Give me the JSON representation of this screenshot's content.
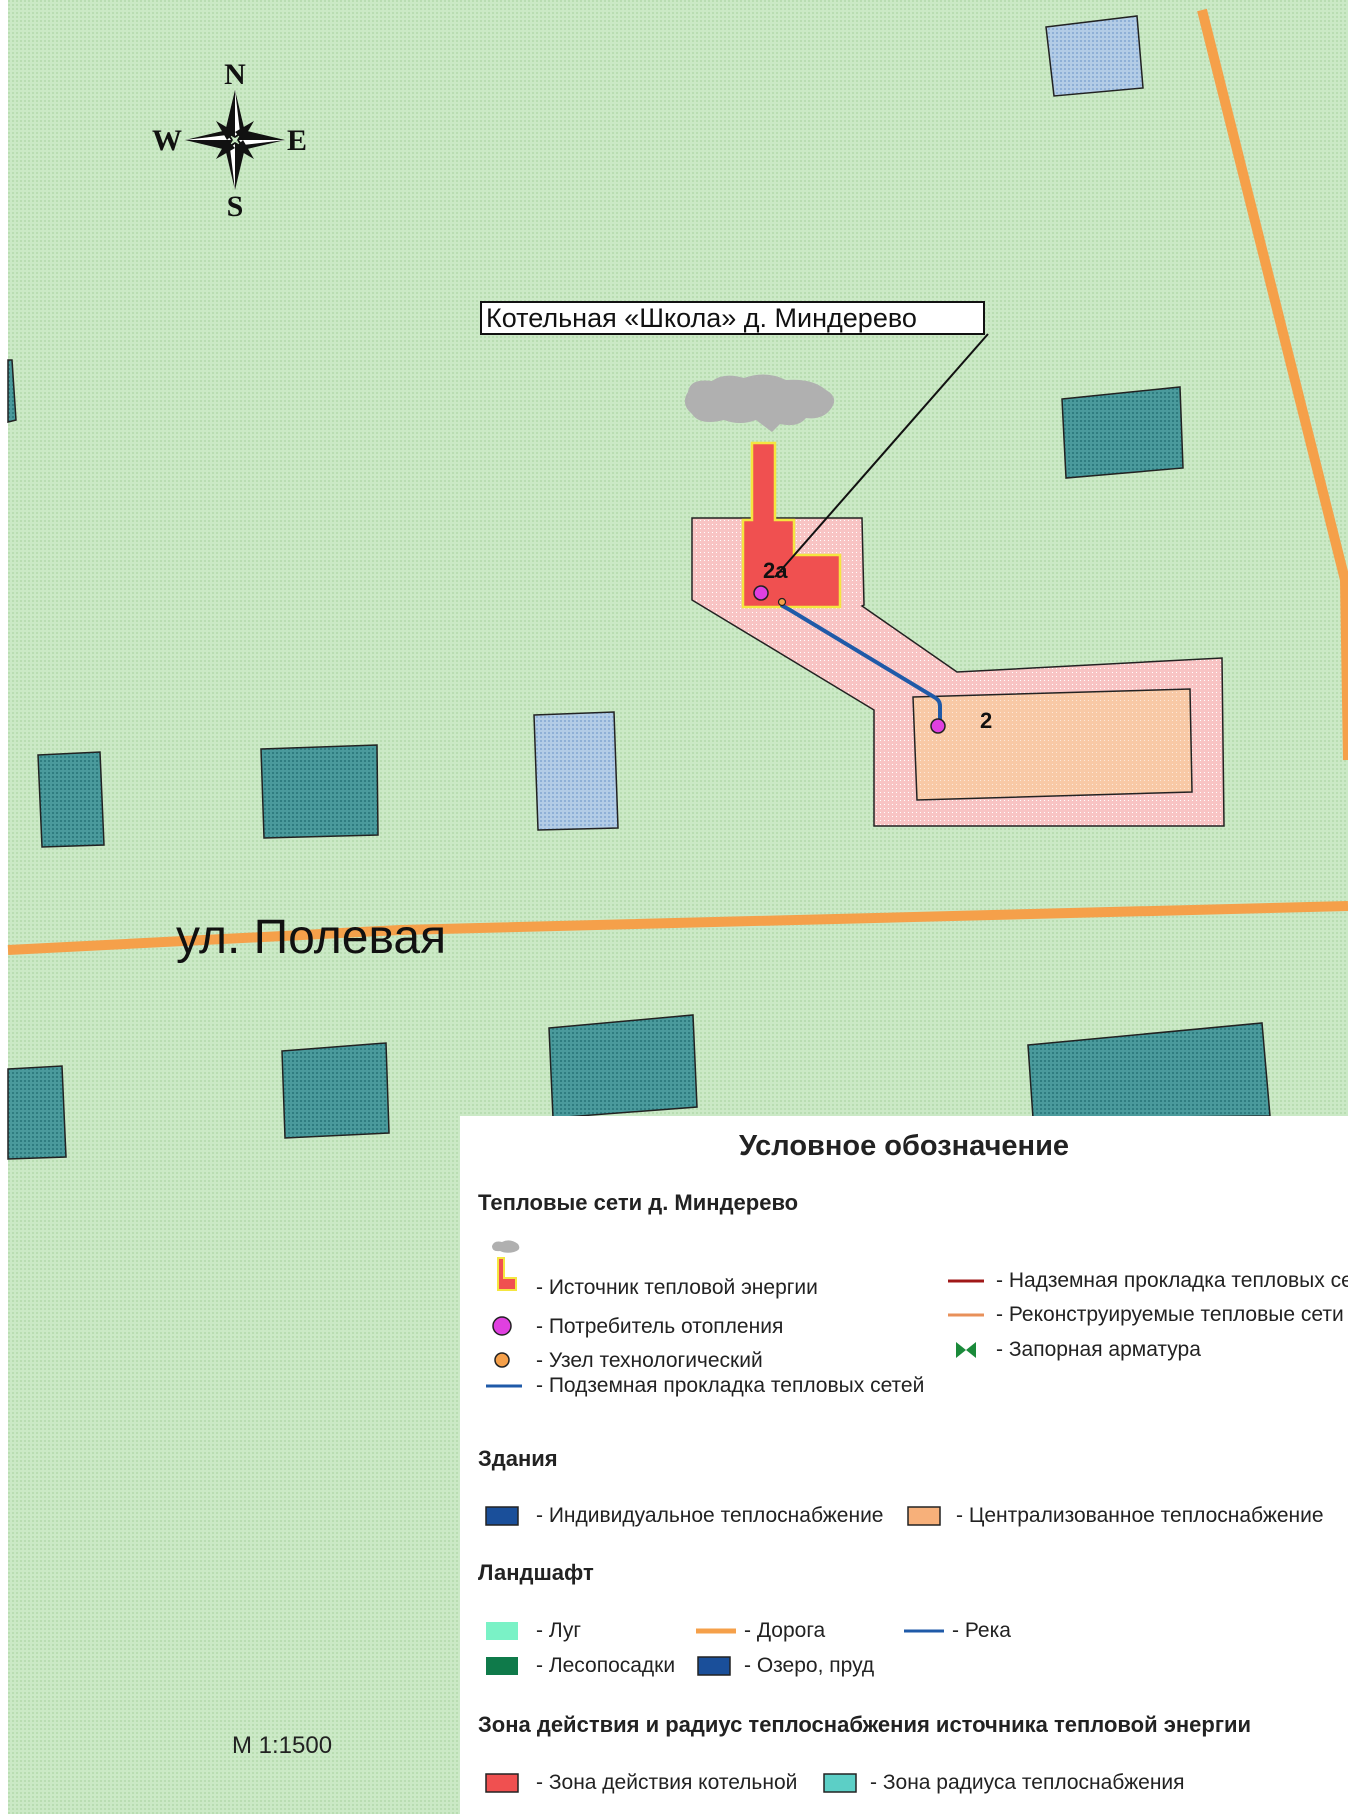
{
  "map": {
    "callout_label": "Котельная «Школа» д. Миндерево",
    "street_label": "ул. Полевая",
    "scale_label": "М 1:1500",
    "labels": {
      "source_id": "2а",
      "consumer_id": "2"
    },
    "compass": {
      "north": "N",
      "south": "S",
      "west": "W",
      "east": "E"
    }
  },
  "legend": {
    "title": "Условное обозначение",
    "sections": {
      "networks": "Тепловые сети д. Миндерево",
      "buildings": "Здания",
      "landscape": "Ландшафт",
      "zones": "Зона действия и радиус теплоснабжения источника тепловой энергии"
    },
    "items": {
      "source": "- Источник тепловой энергии",
      "consumer": "- Потребитель отопления",
      "node": "- Узел технологический",
      "underground": "- Подземная прокладка тепловых сетей",
      "overground": "- Надземная прокладка тепловых сетей",
      "reconstructed": "- Реконструируемые тепловые сети",
      "valve": "- Запорная арматура",
      "individual": "- Индивидуальное теплоснабжение",
      "centralized": "- Централизованное теплоснабжение",
      "meadow": "- Луг",
      "road": "- Дорога",
      "river": "- Река",
      "forest": "- Лесопосадки",
      "lake": "- Озеро, пруд",
      "boiler_zone": "- Зона действия котельной",
      "radius_zone": "- Зона радиуса теплоснабжения"
    }
  },
  "colors": {
    "meadow": "#c9e8c4",
    "individual_building": "#3d8a8c",
    "light_blue_building": "#a9c3e0",
    "centralized_building": "#f7c39e",
    "boiler_zone": "#f6b6b6",
    "source_building": "#f05050",
    "road": "#f5a04a",
    "pipe_underground": "#1f5aa8",
    "consumer": "#e040e0",
    "node": "#f5a04a",
    "smoke": "#b0b0b0"
  }
}
